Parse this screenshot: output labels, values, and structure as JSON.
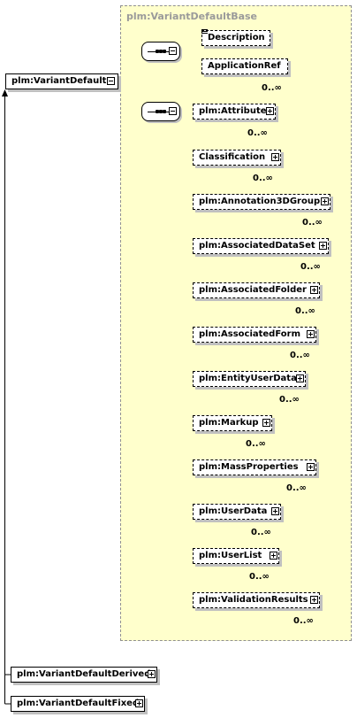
{
  "diagram": {
    "base_type_label": "plm:VariantDefaultBase",
    "root_element": "plm:VariantDefault",
    "sequence_one": [
      {
        "name": "Description",
        "cardinality": ""
      },
      {
        "name": "ApplicationRef",
        "cardinality": "0..∞"
      }
    ],
    "sequence_two": [
      {
        "name": "plm:Attribute",
        "cardinality": "0..∞"
      },
      {
        "name": "Classification",
        "cardinality": "0..∞"
      },
      {
        "name": "plm:Annotation3DGroup",
        "cardinality": "0..∞"
      },
      {
        "name": "plm:AssociatedDataSet",
        "cardinality": "0..∞"
      },
      {
        "name": "plm:AssociatedFolder",
        "cardinality": "0..∞"
      },
      {
        "name": "plm:AssociatedForm",
        "cardinality": "0..∞"
      },
      {
        "name": "plm:EntityUserData",
        "cardinality": "0..∞"
      },
      {
        "name": "plm:Markup",
        "cardinality": "0..∞"
      },
      {
        "name": "plm:MassProperties",
        "cardinality": "0..∞"
      },
      {
        "name": "plm:UserData",
        "cardinality": "0..∞"
      },
      {
        "name": "plm:UserList",
        "cardinality": "0..∞"
      },
      {
        "name": "plm:ValidationResults",
        "cardinality": "0..∞"
      }
    ],
    "derived_types": [
      {
        "name": "plm:VariantDefaultDerived"
      },
      {
        "name": "plm:VariantDefaultFixed"
      }
    ]
  }
}
